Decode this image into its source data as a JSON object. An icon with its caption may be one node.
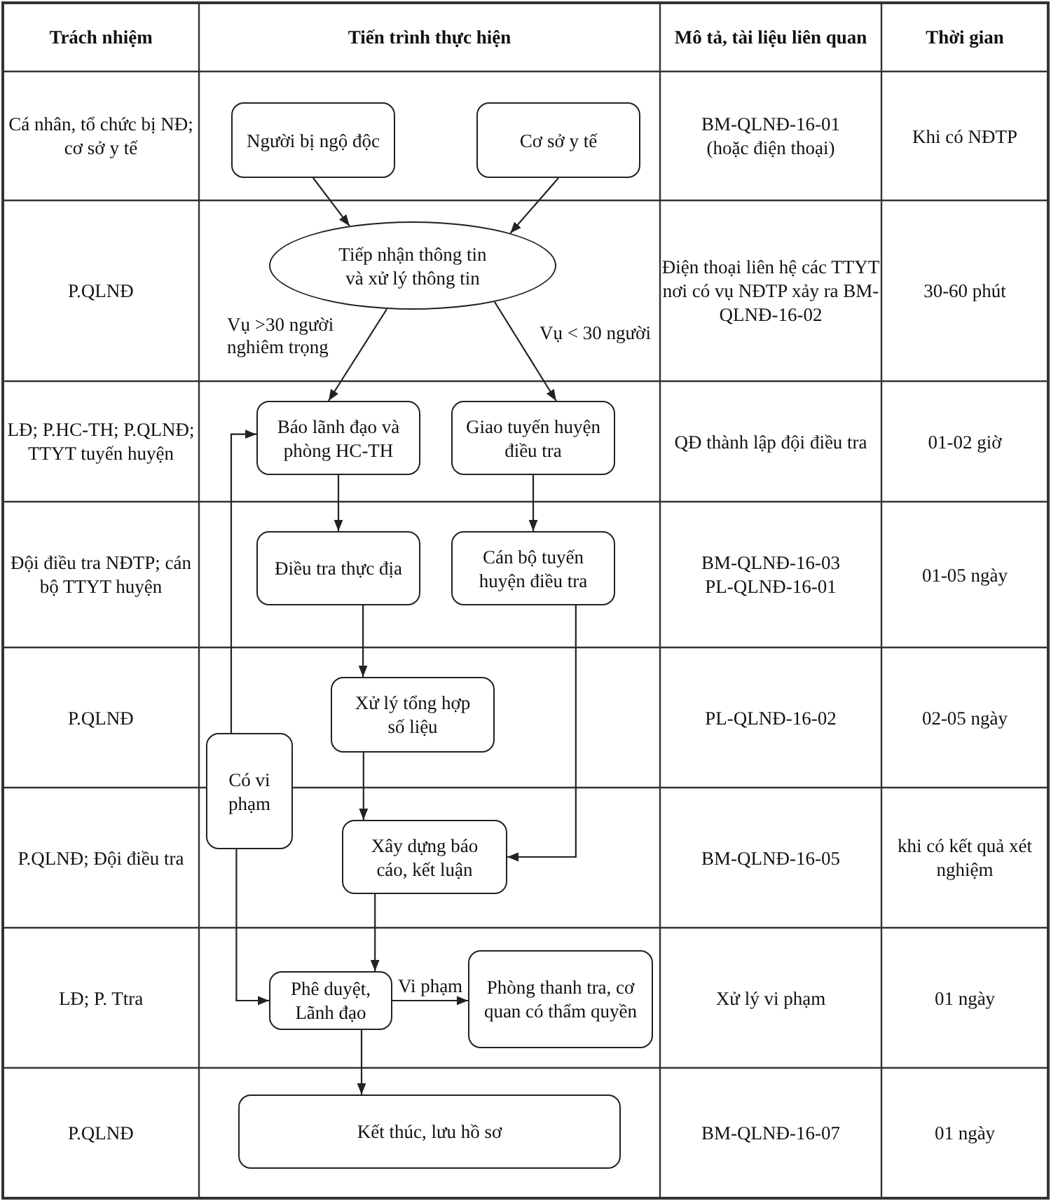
{
  "diagram": {
    "nodes": [
      {
        "text": [
          "Người bị ngộ độc"
        ]
      },
      {
        "text": [
          "Cơ sở y tế"
        ]
      },
      {
        "text": [
          "Tiếp nhận thông tin và xử lý thông tin"
        ]
      },
      {
        "text": [
          "Báo lãnh đạo và phòng HC-TH"
        ]
      },
      {
        "text": [
          "Giao tuyến huyện điều tra"
        ]
      },
      {
        "text": [
          "Điều tra thực địa"
        ]
      },
      {
        "text": [
          "Cán bộ tuyến huyện điều tra"
        ]
      },
      {
        "text": [
          "Xử lý tổng hợp số liệu"
        ]
      },
      {
        "text": [
          "Có vi phạm"
        ]
      },
      {
        "text": [
          "Xây dựng báo cáo, kết luận"
        ]
      },
      {
        "text": [
          "Phê duyệt, Lãnh đạo"
        ]
      },
      {
        "text": [
          "Phòng thanh tra, cơ quan có thẩm quyền"
        ]
      },
      {
        "text": [
          "Kết thúc, lưu hồ sơ"
        ]
      }
    ],
    "edges": [
      {
        "from": 0,
        "to": 2,
        "arrow": "to"
      },
      {
        "from": 1,
        "to": 2,
        "arrow": "to"
      },
      {
        "from": 2,
        "to": 3,
        "arrow": "to",
        "label": "Vụ >30 người nghiêm trọng"
      },
      {
        "from": 2,
        "to": 4,
        "arrow": "to",
        "label": "Vụ < 30 người"
      },
      {
        "from": 3,
        "to": 5,
        "arrow": "to"
      },
      {
        "from": 4,
        "to": 6,
        "arrow": "to"
      },
      {
        "from": 5,
        "to": 7,
        "arrow": "to"
      },
      {
        "from": 6,
        "to": 9,
        "arrow": "to"
      },
      {
        "from": 7,
        "to": 9,
        "arrow": "to"
      },
      {
        "from": 8,
        "to": 3,
        "arrow": "to"
      },
      {
        "from": 8,
        "to": 10,
        "arrow": "to"
      },
      {
        "from": 9,
        "to": 10,
        "arrow": "to"
      },
      {
        "from": 10,
        "to": 11,
        "arrow": "to",
        "label": "Vi phạm"
      },
      {
        "from": 10,
        "to": 12,
        "arrow": "to"
      }
    ],
    "labels": [
      "Trách nhiệm",
      "Tiến trình thực hiện",
      "Mô tả, tài liệu liên quan",
      "Thời gian",
      "Cá nhân, tổ chức bị NĐ; cơ sở y tế",
      "BM-QLNĐ-16-01 (hoặc điện thoại)",
      "Khi có NĐTP",
      "P.QLNĐ",
      "Điện thoại liên hệ các TTYT nơi có vụ NĐTP xảy ra BM-QLNĐ-16-02",
      "30-60 phút",
      "LĐ; P.HC-TH; P.QLNĐ; TTYT tuyến huyện",
      "QĐ thành lập đội điều tra",
      "01-02 giờ",
      "Đội điều tra NĐTP; cán bộ TTYT huyện",
      "BM-QLNĐ-16-03 PL-QLNĐ-16-01",
      "01-05 ngày",
      "P.QLNĐ",
      "PL-QLNĐ-16-02",
      "02-05 ngày",
      "P.QLNĐ; Đội điều tra",
      "BM-QLNĐ-16-05",
      "khi có kết quả xét nghiệm",
      "LĐ; P. Ttra",
      "Xử lý vi phạm",
      "01 ngày",
      "P.QLNĐ",
      "BM-QLNĐ-16-07",
      "01 ngày"
    ]
  }
}
